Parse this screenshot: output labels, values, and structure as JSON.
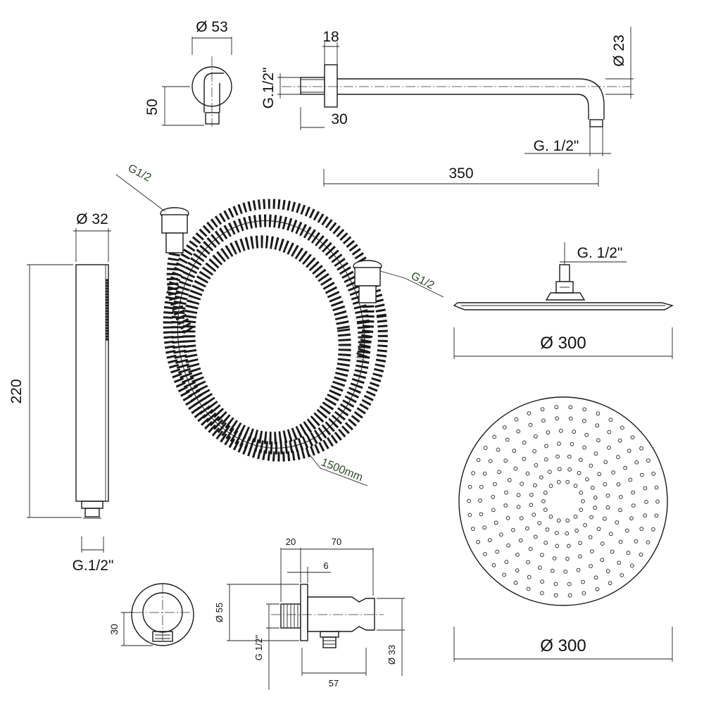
{
  "labels": {
    "elbow_dia": "Ø 53",
    "elbow_h": "50",
    "arm_flange": "18",
    "arm_thread_left": "G.1/2\"",
    "arm_30": "30",
    "arm_dia": "Ø 23",
    "arm_thread_right": "G. 1/2\"",
    "arm_len": "350",
    "hose_end_1": "G1/2",
    "hose_end_2": "G1/2",
    "hose_len": "1500mm",
    "hand_dia": "Ø 32",
    "hand_len": "220",
    "hand_thread": "G.1/2\"",
    "head_thread": "G. 1/2\"",
    "head_side_dia": "Ø 300",
    "head_top_dia": "Ø 300",
    "outlet_30": "30",
    "outlet_20": "20",
    "outlet_70": "70",
    "outlet_6": "6",
    "outlet_dia55": "Ø 55",
    "outlet_thread": "G 1/2\"",
    "outlet_57": "57",
    "outlet_dia33": "Ø 33"
  }
}
